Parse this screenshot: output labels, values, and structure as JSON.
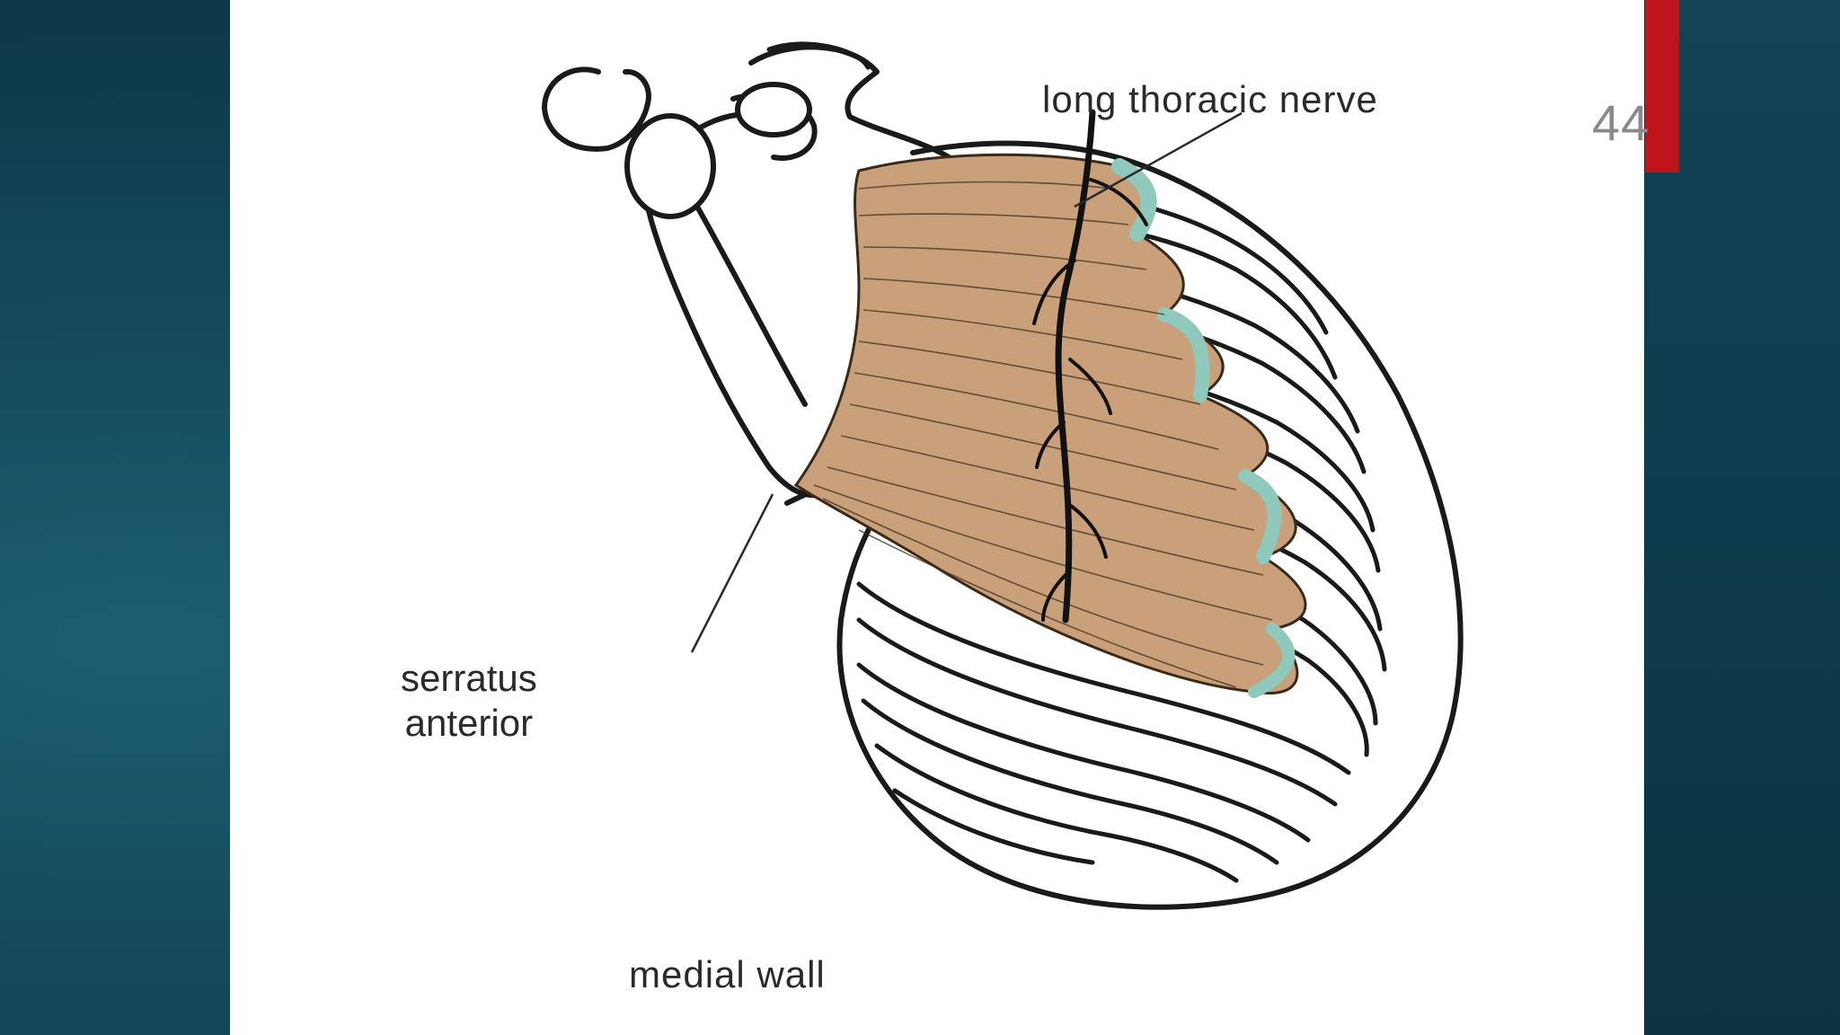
{
  "slide": {
    "number": "44",
    "colors": {
      "background": "#0f3c4c",
      "accent": "#c0141c",
      "panel": "#ffffff",
      "muscle": "#c9a07a",
      "cartilage": "#8fc9bd",
      "outline": "#1a1a1a"
    }
  },
  "figure": {
    "labels": {
      "nerve": "long thoracic nerve",
      "muscle_line1": "serratus",
      "muscle_line2": "anterior",
      "caption": "medial wall"
    }
  }
}
